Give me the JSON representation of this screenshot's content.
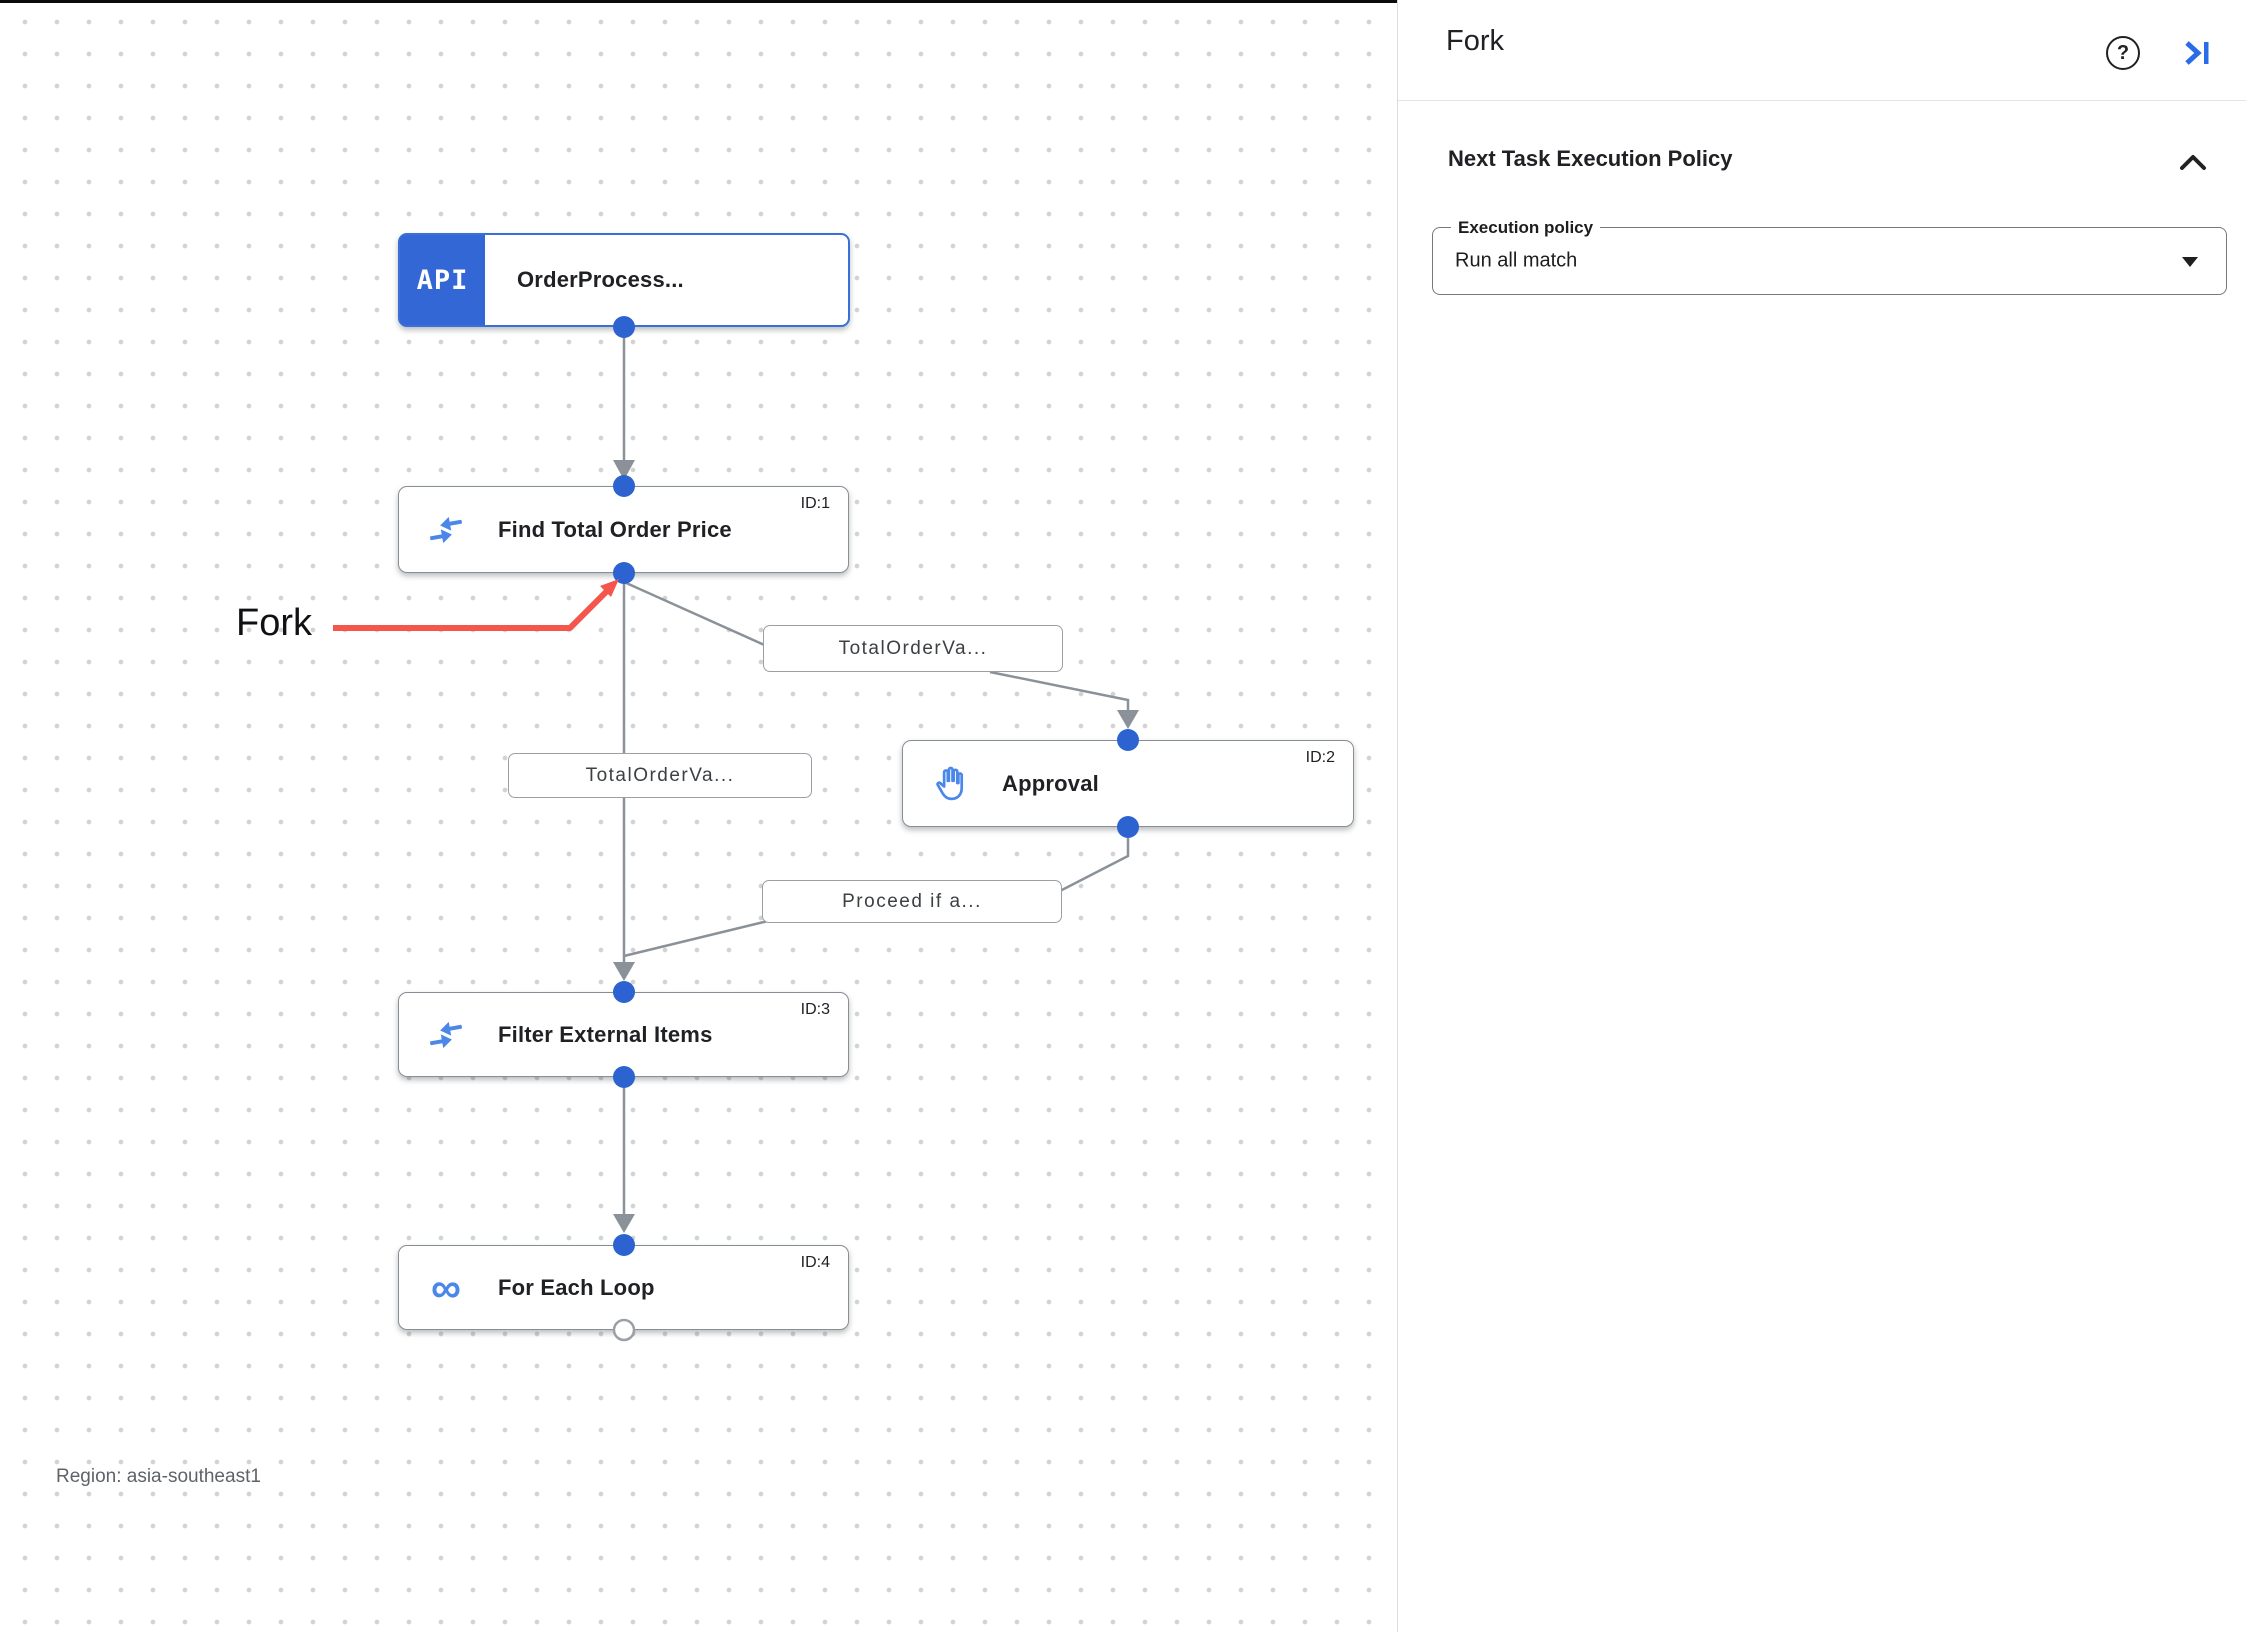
{
  "canvas": {
    "region_label": "Region: asia-southeast1",
    "annotation": {
      "label": "Fork"
    },
    "nodes": {
      "trigger": {
        "badge": "API",
        "title": "OrderProcess..."
      },
      "task1": {
        "title": "Find Total Order Price",
        "id_badge": "ID:1",
        "icon": "data-mapping-icon"
      },
      "task2": {
        "title": "Approval",
        "id_badge": "ID:2",
        "icon": "approval-hand-icon"
      },
      "task3": {
        "title": "Filter External Items",
        "id_badge": "ID:3",
        "icon": "data-mapping-icon"
      },
      "task4": {
        "title": "For Each Loop",
        "id_badge": "ID:4",
        "icon": "loop-icon"
      }
    },
    "edge_labels": {
      "right_branch": "TotalOrderVa...",
      "left_branch": "TotalOrderVa...",
      "approval_out": "Proceed if a..."
    }
  },
  "panel": {
    "title": "Fork",
    "help_icon": "?",
    "section": {
      "title": "Next Task Execution Policy"
    },
    "execution_policy": {
      "label": "Execution policy",
      "value": "Run all match"
    }
  },
  "colors": {
    "trigger_blue": "#3367d6",
    "icon_blue": "#4a87e8",
    "connector_dot_blue": "#2d63d1",
    "edge_gray": "#8a9199",
    "annotation_red": "#f4564b",
    "panel_icon_blue": "#2b6be8"
  }
}
